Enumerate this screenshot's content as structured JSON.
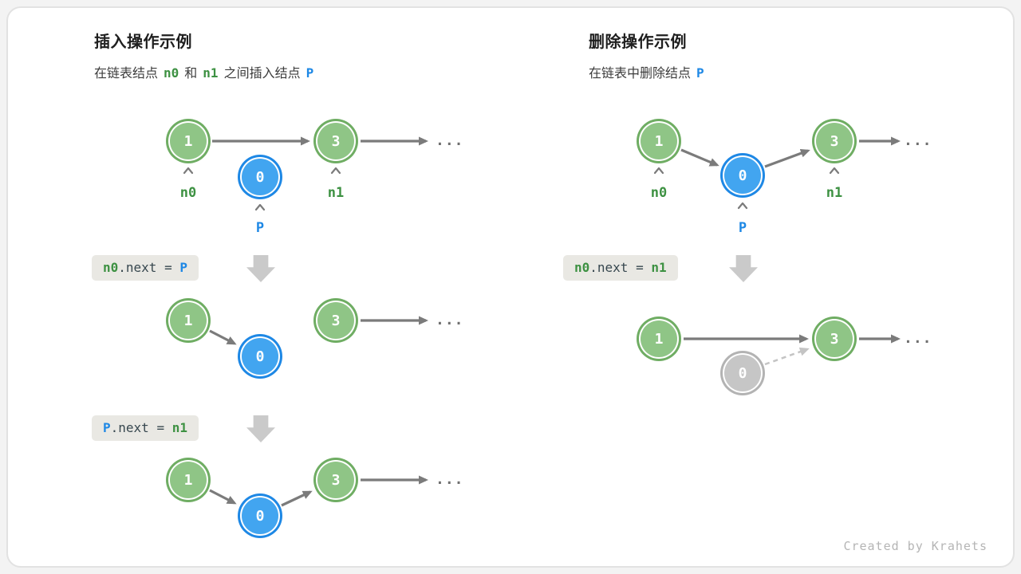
{
  "colors": {
    "page-bg": "#F3F3F3",
    "card-bg": "#FFFFFF",
    "card-border": "#E2E2E2",
    "green-fill": "#8FC586",
    "green-ring": "#6FAD63",
    "blue-fill": "#42A5F0",
    "blue-ring": "#1E88E5",
    "gray-fill": "#C6C6C6",
    "gray-ring": "#B3B3B3",
    "green-text": "#3D9142",
    "blue-text": "#1E88E5",
    "arrow": "#7B7B7B",
    "arrow-light": "#C4C4C4",
    "block-arrow": "#CACACA",
    "code-bg": "#E9E8E3",
    "code-text": "#37474F",
    "title": "#1F1F1F",
    "subtitle": "#3C3C3C",
    "dots": "#6F6F6F",
    "watermark": "#B5B5B5"
  },
  "node_values": {
    "one": "1",
    "three": "3",
    "zero": "0"
  },
  "pointer_labels": {
    "n0": "n0",
    "n1": "n1",
    "p": "P"
  },
  "ellipsis": "...",
  "watermark": "Created by Krahets",
  "insert": {
    "title": "插入操作示例",
    "subtitle": {
      "t1": "在链表结点",
      "n0": "n0",
      "t2": "和",
      "n1": "n1",
      "t3": "之间插入结点",
      "p": "P"
    },
    "step1_code": {
      "lhs": "n0",
      "mid": ".next = ",
      "rhs": "P"
    },
    "step2_code": {
      "lhs": "P",
      "mid": ".next = ",
      "rhs": "n1"
    }
  },
  "delete": {
    "title": "删除操作示例",
    "subtitle": {
      "t1": "在链表中删除结点",
      "p": "P"
    },
    "step1_code": {
      "lhs": "n0",
      "mid": ".next = ",
      "rhs": "n1"
    }
  }
}
